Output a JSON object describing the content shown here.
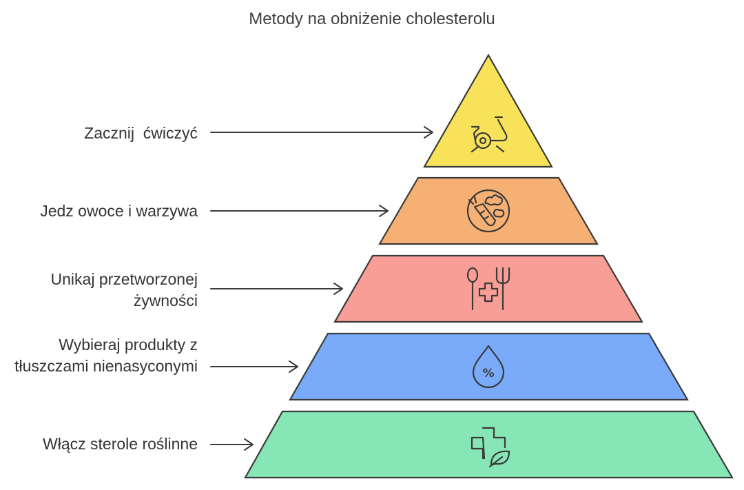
{
  "title": "Metody na obniżenie cholesterolu",
  "tiers": [
    {
      "label": "Zacznij  ćwiczyć",
      "color": "#f7e25a",
      "icon": "exercise-bike-icon"
    },
    {
      "label": "Jedz owoce i warzywa",
      "color": "#f6b074",
      "icon": "vegetables-icon"
    },
    {
      "label": "Unikaj przetworzonej żywności",
      "color": "#f99e97",
      "icon": "spoon-fork-health-icon"
    },
    {
      "label": "Wybieraj produkty z tłuszczami nienasyconymi",
      "color": "#7aabfa",
      "icon": "oil-drop-percent-icon"
    },
    {
      "label": "Włącz sterole roślinne",
      "color": "#86e6b5",
      "icon": "plant-health-cross-icon"
    }
  ]
}
